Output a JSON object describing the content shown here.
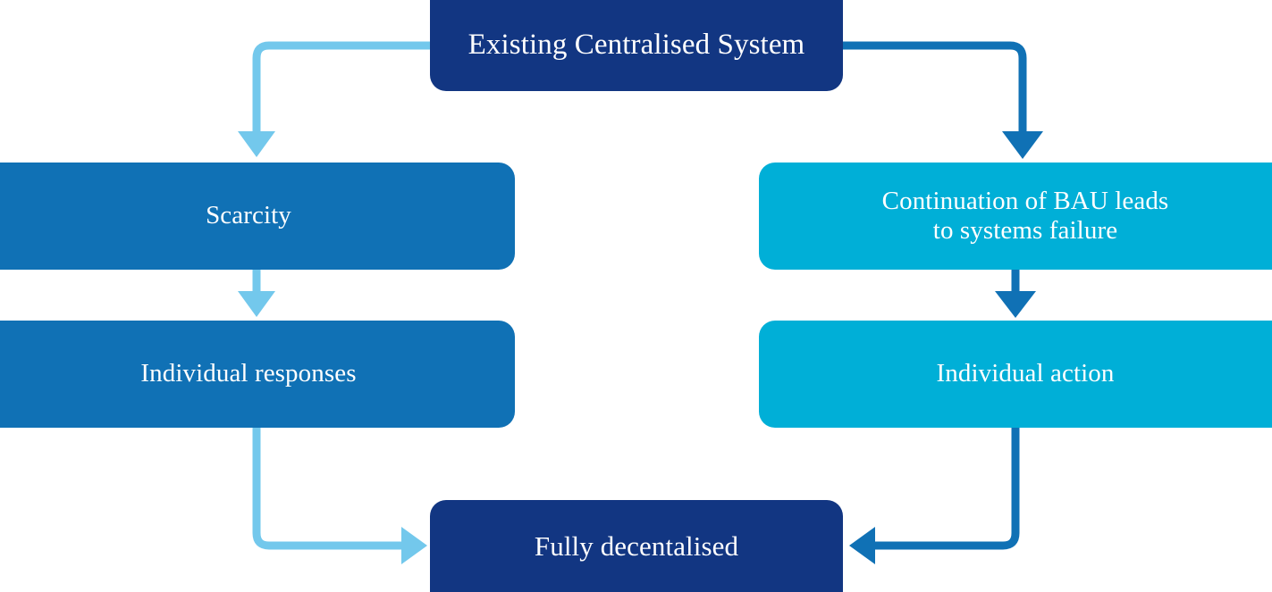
{
  "diagram": {
    "type": "flowchart",
    "title": "Existing Centralised System pathways to Fully decentalised",
    "background": "#ffffff",
    "palette": {
      "navy": "#123682",
      "medium_blue": "#1071B5",
      "cyan": "#00AFD7",
      "light_blue_arrow": "#73C8EC",
      "dark_blue_arrow": "#1071B5",
      "node_text": "#ffffff"
    },
    "nodes": [
      {
        "id": "existing-system",
        "label": "Existing Centralised System",
        "color": "#123682",
        "row": "top",
        "column": "center"
      },
      {
        "id": "scarcity",
        "label": "Scarcity",
        "color": "#1071B5",
        "row": "second",
        "column": "left"
      },
      {
        "id": "bau",
        "label": "Continuation of BAU leads\nto systems failure",
        "color": "#00AFD7",
        "row": "second",
        "column": "right"
      },
      {
        "id": "individual-responses",
        "label": "Individual responses",
        "color": "#1071B5",
        "row": "third",
        "column": "left"
      },
      {
        "id": "individual-action",
        "label": "Individual action",
        "color": "#00AFD7",
        "row": "third",
        "column": "right"
      },
      {
        "id": "fully-decentralised",
        "label": "Fully decentalised",
        "color": "#123682",
        "row": "bottom",
        "column": "center"
      }
    ],
    "connectors": [
      {
        "id": "existing-to-scarcity",
        "from": "existing-system",
        "to": "scarcity",
        "color": "#73C8EC",
        "shape": "elbow-left-down",
        "arrowhead": "down"
      },
      {
        "id": "existing-to-bau",
        "from": "existing-system",
        "to": "bau",
        "color": "#1071B5",
        "shape": "elbow-right-down",
        "arrowhead": "down"
      },
      {
        "id": "scarcity-to-individual-responses",
        "from": "scarcity",
        "to": "individual-responses",
        "color": "#73C8EC",
        "shape": "straight-down",
        "arrowhead": "down"
      },
      {
        "id": "bau-to-individual-action",
        "from": "bau",
        "to": "individual-action",
        "color": "#1071B5",
        "shape": "straight-down",
        "arrowhead": "down"
      },
      {
        "id": "individual-responses-to-decentralised",
        "from": "individual-responses",
        "to": "fully-decentralised",
        "color": "#73C8EC",
        "shape": "elbow-down-right",
        "arrowhead": "right"
      },
      {
        "id": "individual-action-to-decentralised",
        "from": "individual-action",
        "to": "fully-decentralised",
        "color": "#1071B5",
        "shape": "elbow-down-left",
        "arrowhead": "left"
      }
    ]
  }
}
